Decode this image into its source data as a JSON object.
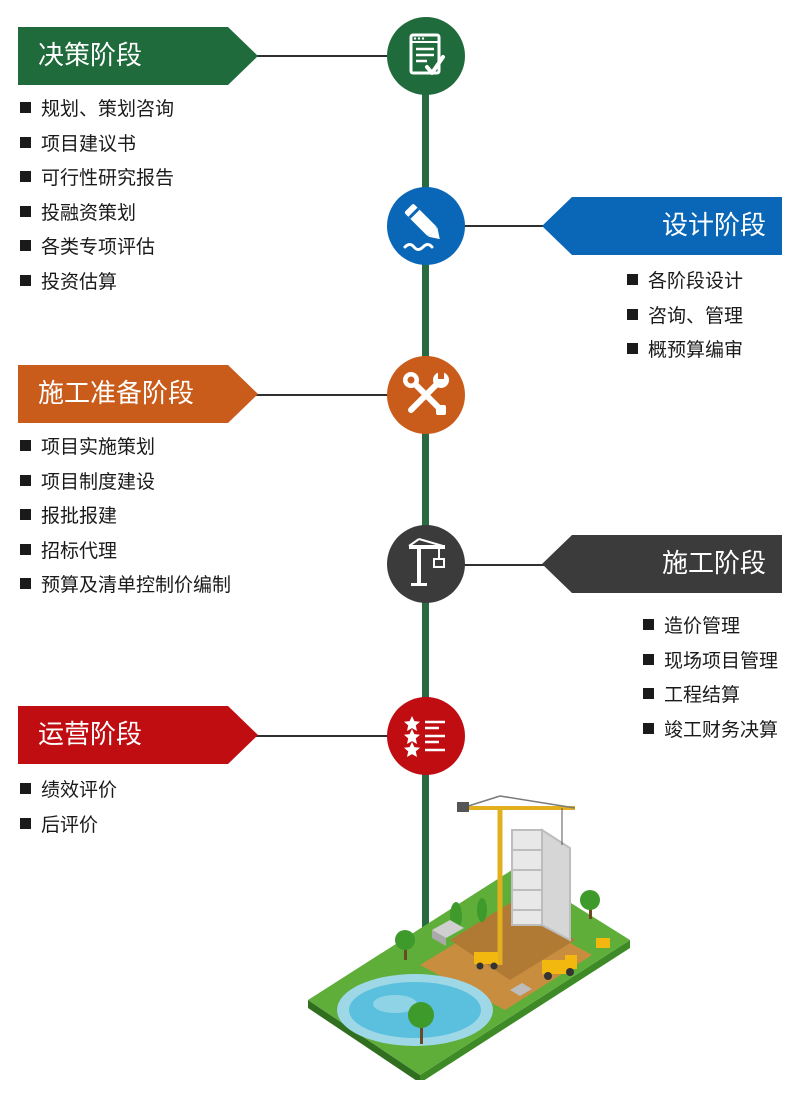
{
  "colors": {
    "decision": "#1f6b3c",
    "design": "#0a67b7",
    "prep": "#c95c1b",
    "construction": "#3b3b3b",
    "operation": "#bf0d12",
    "spine": "#2a6a42"
  },
  "stages": [
    {
      "id": "decision",
      "title": "决策阶段",
      "icon": "document-check-icon",
      "items": [
        "规划、策划咨询",
        "项目建议书",
        "可行性研究报告",
        "投融资策划",
        "各类专项评估",
        "投资估算"
      ]
    },
    {
      "id": "design",
      "title": "设计阶段",
      "icon": "pen-icon",
      "items": [
        "各阶段设计",
        "咨询、管理",
        "概预算编审"
      ]
    },
    {
      "id": "prep",
      "title": "施工准备阶段",
      "icon": "tools-icon",
      "items": [
        "项目实施策划",
        "项目制度建设",
        "报批报建",
        "招标代理",
        "预算及清单控制价编制"
      ]
    },
    {
      "id": "construction",
      "title": "施工阶段",
      "icon": "crane-icon",
      "items": [
        "造价管理",
        "现场项目管理",
        "工程结算",
        "竣工财务决算"
      ]
    },
    {
      "id": "operation",
      "title": "运营阶段",
      "icon": "star-rating-list-icon",
      "items": [
        "绩效评价",
        "后评价"
      ]
    }
  ]
}
